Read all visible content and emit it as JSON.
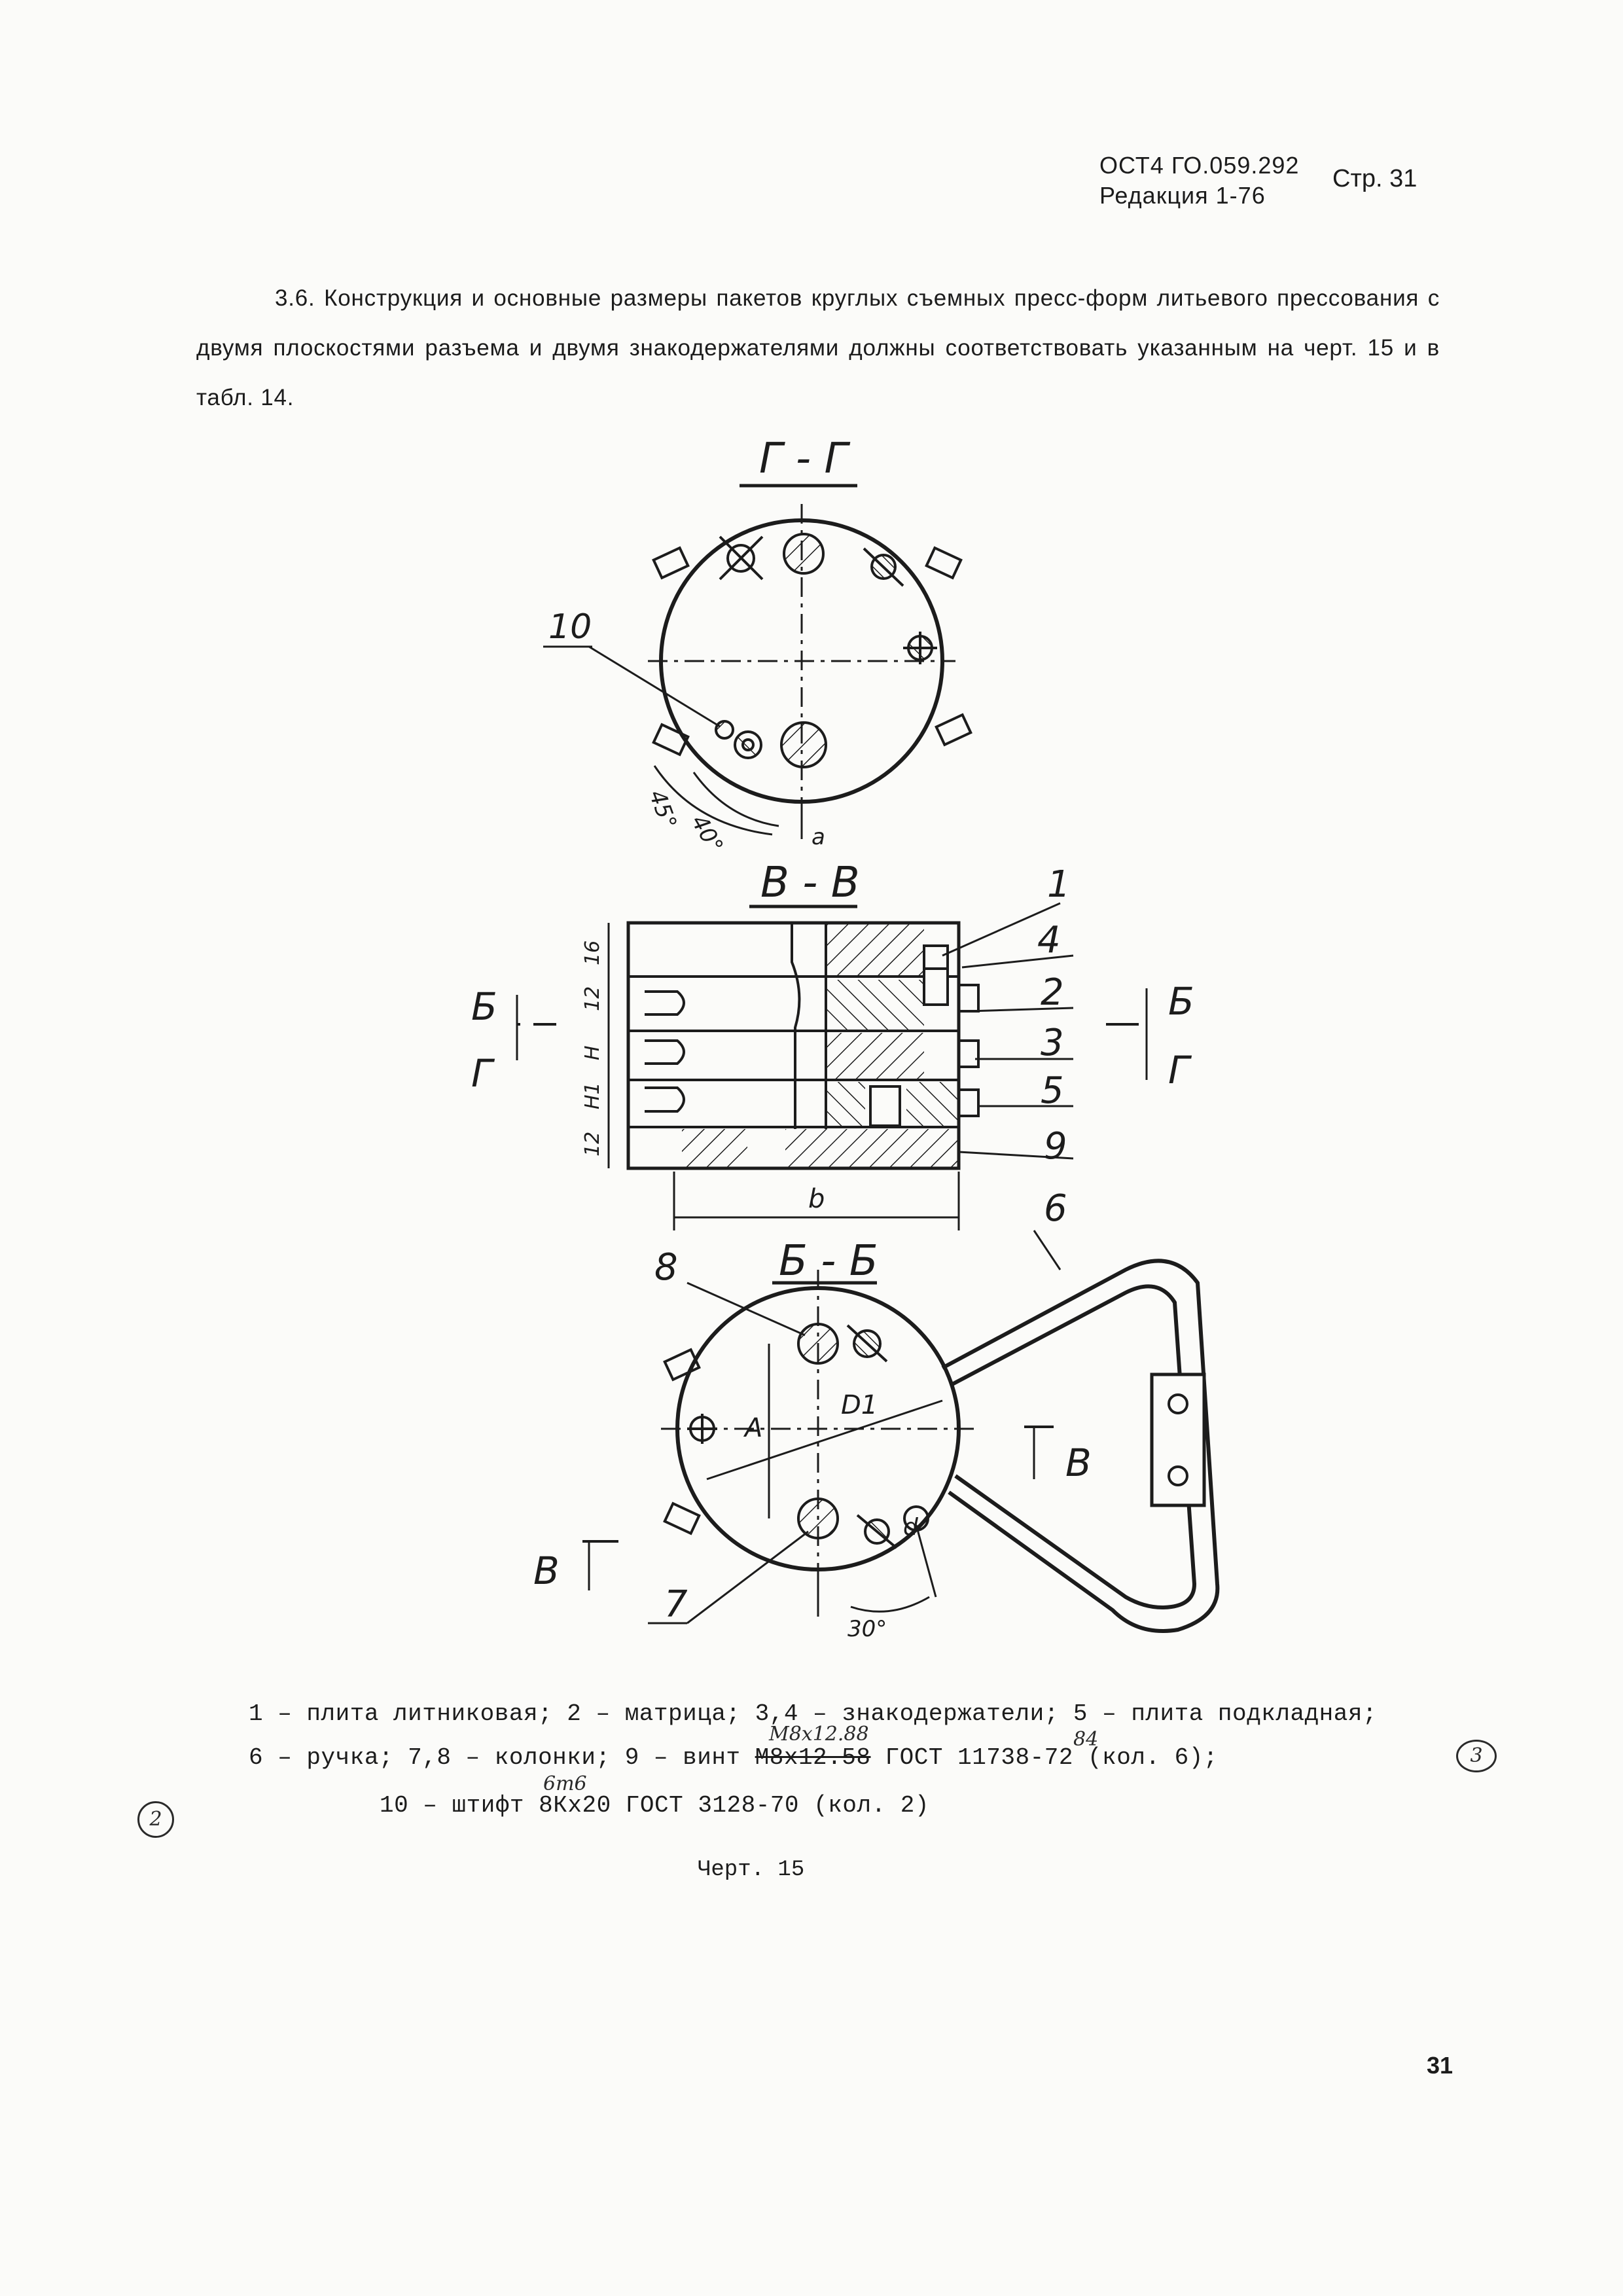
{
  "header": {
    "doc_number": "ОСТ4 ГО.059.292",
    "revision": "Редакция 1-76",
    "page": "Стр. 31"
  },
  "paragraph": "3.6. Конструкция и основные размеры пакетов круглых съемных пресс-форм литьевого прессования с двумя плоскостями разъема и двумя знакодержателями должны соответствовать указанным на черт. 15 и в табл. 14.",
  "drawing": {
    "views": {
      "g_g": "Г - Г",
      "v_v": "В - В",
      "b_b": "Б - Б"
    },
    "part_labels": {
      "p1": "1",
      "p2": "2",
      "p3": "3",
      "p4": "4",
      "p5": "5",
      "p6": "6",
      "p7": "7",
      "p8": "8",
      "p9": "9",
      "p10": "10"
    },
    "cut_marks": {
      "b_left": "Б",
      "g_left": "Г",
      "b_right": "Б",
      "g_right": "Г",
      "v_left": "В",
      "v_right": "В"
    },
    "dimensions": {
      "d_b": "b",
      "d_A": "A",
      "d_D1": "D1",
      "d_d": "d",
      "ang45": "45°",
      "ang40": "40°",
      "ang30": "30°",
      "a_label": "a",
      "h16": "16",
      "h12a": "12",
      "hH": "H",
      "hH1": "H1",
      "h12b": "12"
    }
  },
  "legend": {
    "line1": "1 – плита литниковая; 2 – матрица; 3,4 – знакодержатели; 5 – плита подкладная;",
    "line2_a": "6 – ручка; 7,8 – колонки;  9 – винт",
    "line2_screw": "М8х12.58",
    "line2_b": "ГОСТ 11738-72",
    "line2_c": "(кол. 6);",
    "line3_a": "10 – штифт",
    "line3_pin": "8Кх20",
    "line3_b": "ГОСТ 3128-70",
    "line3_c": "(кол. 2)"
  },
  "handwritten": {
    "screw_correction": "М8х12.88",
    "year_correction": "84",
    "pin_correction": "6m6",
    "circled_left": "2",
    "circled_right": "3"
  },
  "caption": "Черт. 15",
  "page_number": "31"
}
